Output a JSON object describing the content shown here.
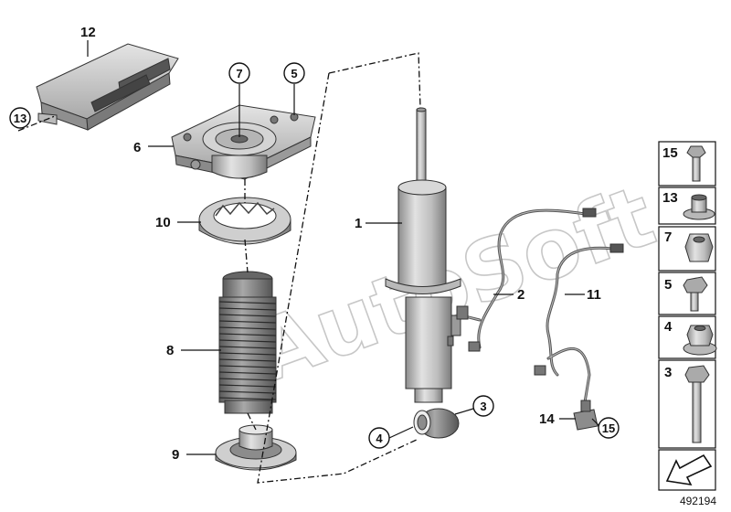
{
  "callouts": {
    "c1": "1",
    "c2": "2",
    "c3": "3",
    "c4": "4",
    "c5": "5",
    "c6": "6",
    "c7": "7",
    "c8": "8",
    "c9": "9",
    "c10": "10",
    "c11": "11",
    "c12": "12",
    "c13": "13",
    "c14": "14",
    "c15": "15"
  },
  "sidebar": {
    "items": [
      "15",
      "13",
      "7",
      "5",
      "4",
      "3"
    ],
    "arrow_icon": "arrow-down-left-icon"
  },
  "watermark": "AutoSoft",
  "document_number": "492194",
  "colors": {
    "part_fill": "#c8c8c8",
    "part_dark": "#8a8a8a",
    "stroke": "#111111"
  }
}
